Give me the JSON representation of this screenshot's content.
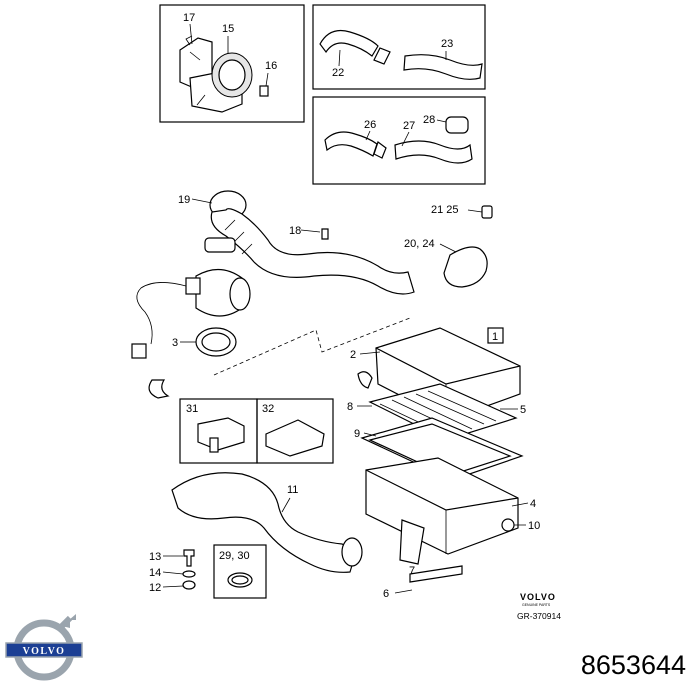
{
  "callouts": {
    "c17": "17",
    "c15": "15",
    "c16": "16",
    "c22": "22",
    "c23": "23",
    "c26": "26",
    "c27": "27",
    "c28": "28",
    "c19": "19",
    "c18": "18",
    "c21_25": "21  25",
    "c20_24": "20, 24",
    "c1": "1",
    "c2": "2",
    "c3": "3",
    "c8": "8",
    "c5": "5",
    "c9": "9",
    "c31": "31",
    "c32": "32",
    "c11": "11",
    "c4": "4",
    "c10": "10",
    "c13": "13",
    "c14": "14",
    "c12": "12",
    "c29_30": "29, 30",
    "c7": "7",
    "c6": "6"
  },
  "stamp": {
    "brand": "VOLVO",
    "subtitle": "GENUINE PARTS",
    "ref": "GR-370914"
  },
  "logo": {
    "text": "VOLVO"
  },
  "part_number": "8653644",
  "colors": {
    "line": "#000000",
    "shade": "#e6e6e6",
    "logo_blue": "#1c3f94",
    "logo_steel": "#9aa4ad"
  }
}
